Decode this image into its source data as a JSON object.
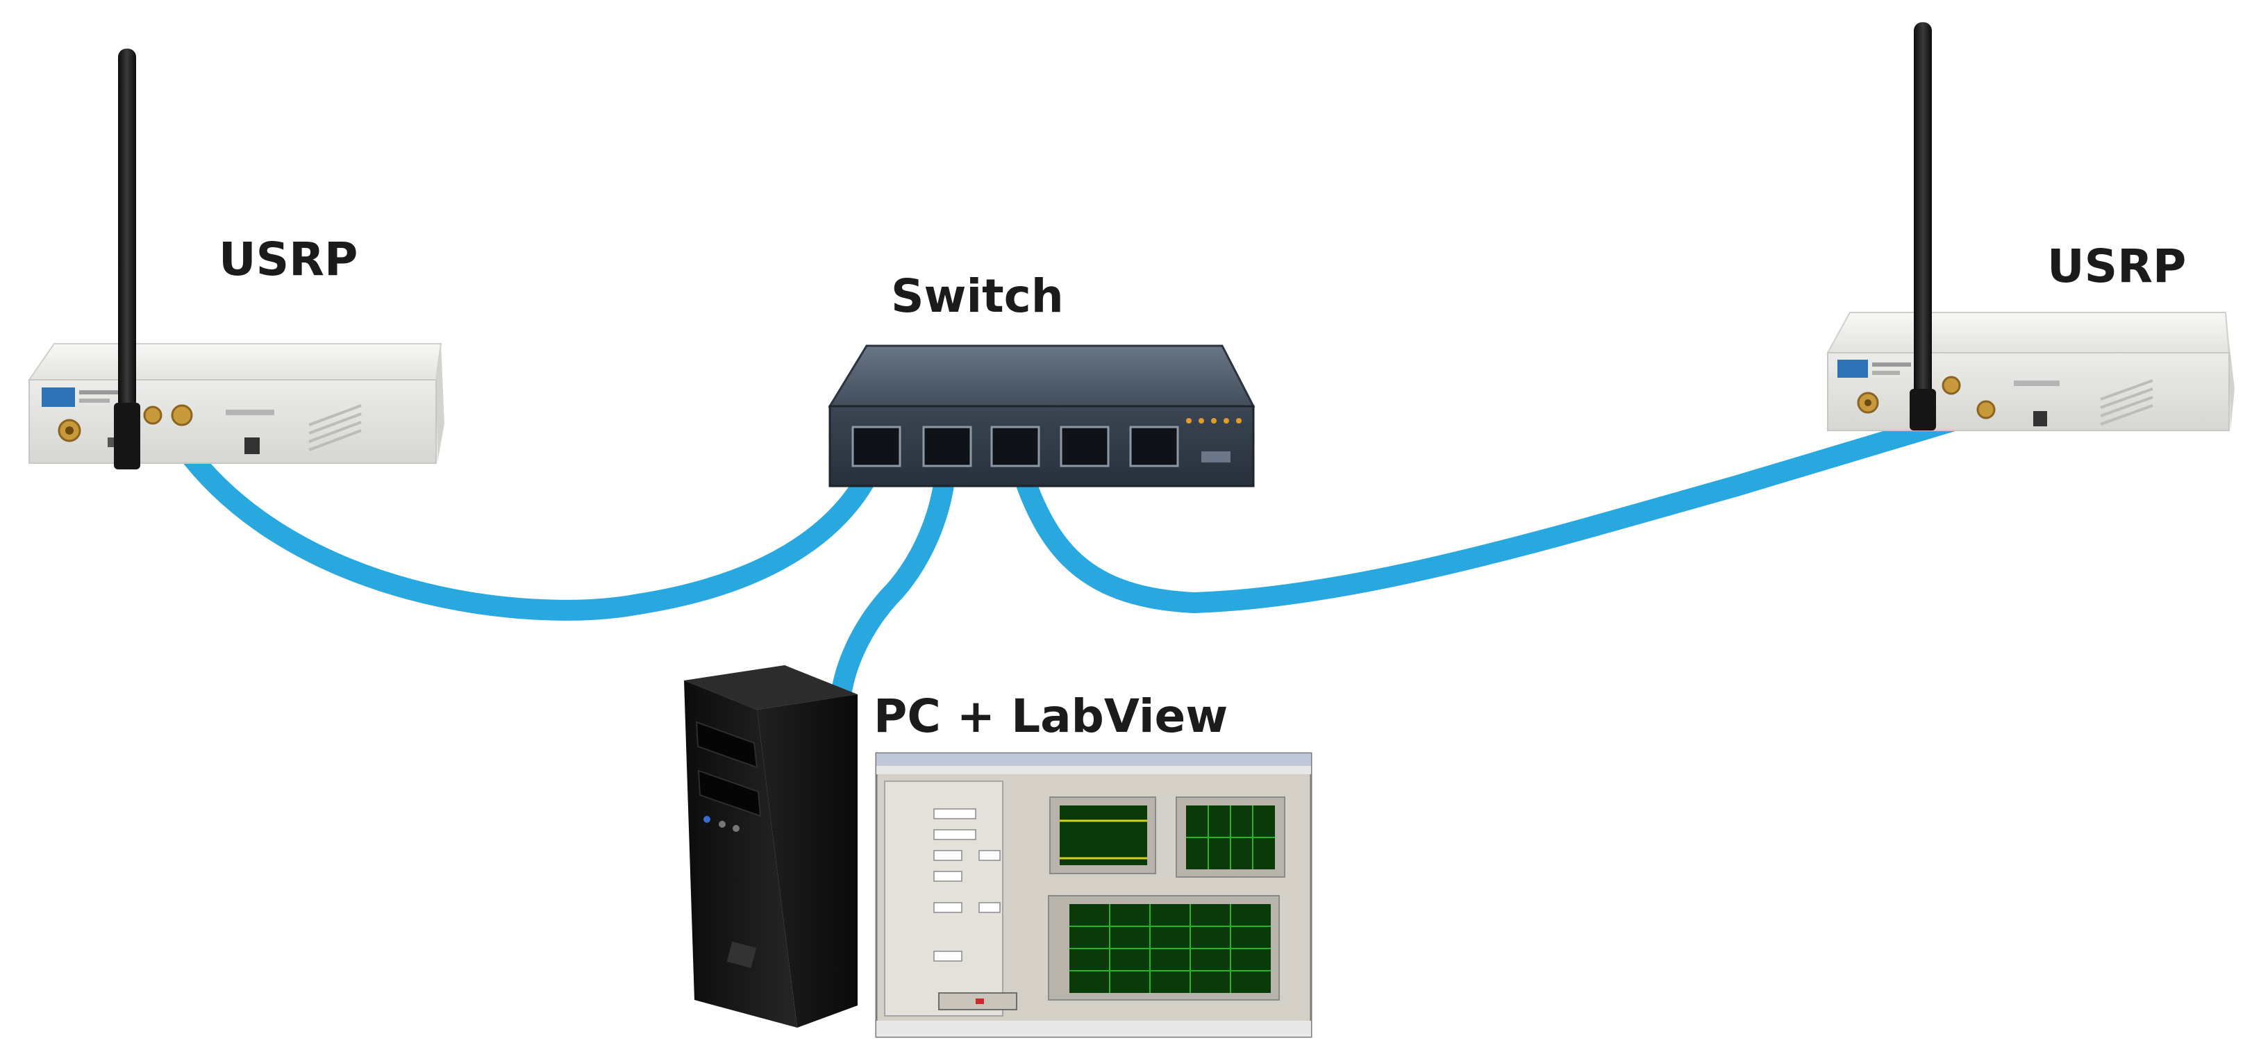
{
  "labels": {
    "usrp_left": "USRP",
    "switch": "Switch",
    "usrp_right": "USRP",
    "pc": "PC + LabView"
  },
  "colors": {
    "cable": "#29a8e0",
    "usrp_body": "#efefed",
    "switch_body": "#4f5b6b",
    "tower": "#151515",
    "screen_bg": "#d4d0c8",
    "scope_bg": "#0a3a0a",
    "scope_grid": "#28b428"
  },
  "icons": {
    "usrp_left": "usrp-device-icon",
    "usrp_right": "usrp-device-icon",
    "switch": "network-switch-icon",
    "pc": "desktop-tower-icon",
    "screen": "labview-screen-icon"
  }
}
